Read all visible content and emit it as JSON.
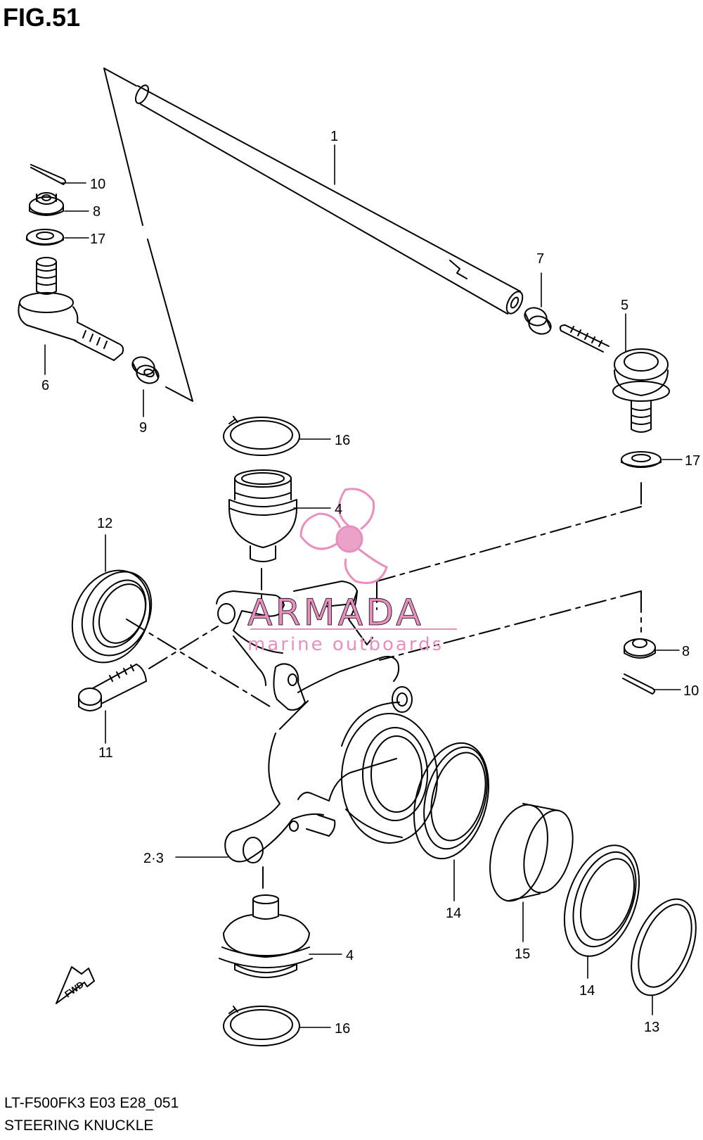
{
  "figure": {
    "title": "FIG.51",
    "code": "LT-F500FK3 E03 E28_051",
    "name": "STEERING KNUCKLE"
  },
  "fwd_badge": "FWD",
  "watermark": {
    "brand": "ARMADA",
    "tagline": "marine outboards",
    "color": "#e98fc0"
  },
  "callouts": {
    "c1": "1",
    "c7": "7",
    "c5": "5",
    "c10a": "10",
    "c8a": "8",
    "c17a": "17",
    "c6": "6",
    "c9": "9",
    "c16a": "16",
    "c17b": "17",
    "c4a": "4",
    "c12": "12",
    "c8b": "8",
    "c10b": "10",
    "c11": "11",
    "c23": "2·3",
    "c14a": "14",
    "c15": "15",
    "c14b": "14",
    "c4b": "4",
    "c16b": "16",
    "c13": "13"
  }
}
